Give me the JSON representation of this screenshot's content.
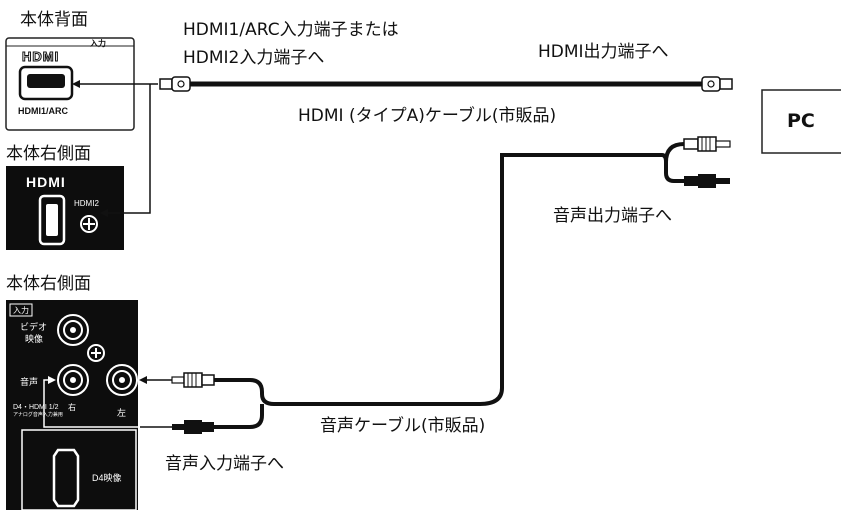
{
  "labels": {
    "rear_panel_title": "本体背面",
    "hdmi_input_label_line1": "HDMI1/ARC入力端子または",
    "hdmi_input_label_line2": "HDMI2入力端子へ",
    "hdmi_output_label": "HDMI出力端子へ",
    "hdmi_cable_label": "HDMI (タイプA)ケーブル(市販品)",
    "pc_label": "PC",
    "right_side_title_1": "本体右側面",
    "audio_output_label": "音声出力端子へ",
    "right_side_title_2": "本体右側面",
    "audio_cable_label": "音声ケーブル(市販品)",
    "audio_input_label": "音声入力端子へ"
  },
  "rear_panel": {
    "input_header": "入力",
    "hdmi_logo": "HDMI",
    "port_label": "HDMI1/ARC"
  },
  "side_panel_hdmi": {
    "hdmi_logo": "HDMI",
    "port_label": "HDMI2"
  },
  "side_panel_av": {
    "input_tag": "入力",
    "video_label_1": "ビデオ",
    "video_label_2": "映像",
    "audio_label": "音声",
    "d4_label_1": "D4・HDMI 1/2",
    "d4_label_2": "アナログ音声入力兼用",
    "right_label": "右",
    "left_label": "左",
    "d4_port_label": "D4映像"
  }
}
